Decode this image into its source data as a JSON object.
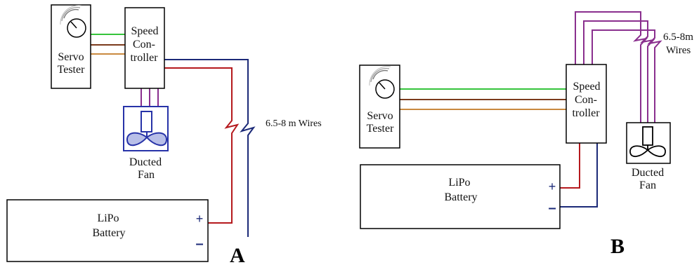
{
  "colors": {
    "signal": "#35c43b",
    "signal_mid": "#7b3a1c",
    "signal_low": "#c9893f",
    "positive": "#b5191d",
    "negative": "#1c2a78",
    "motor": "#8a2f8e",
    "fan": "#2733a8",
    "fan_fill": "#b8bfe8",
    "outline": "#000000"
  },
  "diagram_a": {
    "servo_tester": [
      "Servo",
      "Tester"
    ],
    "speed_controller": [
      "Speed",
      "Con-",
      "troller"
    ],
    "ducted_fan": [
      "Ducted",
      "Fan"
    ],
    "battery": [
      "LiPo",
      "Battery"
    ],
    "plus": "+",
    "minus": "–",
    "wires": "6.5-8 m Wires",
    "label": "A"
  },
  "diagram_b": {
    "servo_tester": [
      "Servo",
      "Tester"
    ],
    "speed_controller": [
      "Speed",
      "Con-",
      "troller"
    ],
    "ducted_fan": [
      "Ducted",
      "Fan"
    ],
    "battery": [
      "LiPo",
      "Battery"
    ],
    "plus": "+",
    "minus": "–",
    "wires": [
      "6.5-8m",
      "Wires"
    ],
    "label": "B"
  }
}
